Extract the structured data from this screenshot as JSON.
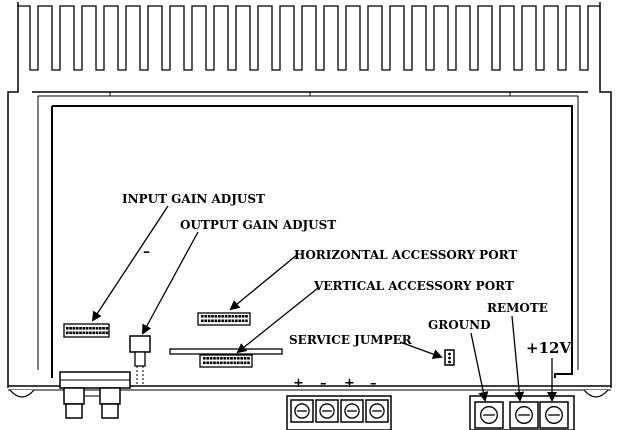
{
  "labels": {
    "input_gain": "INPUT GAIN ADJUST",
    "output_gain": "OUTPUT GAIN ADJUST",
    "horizontal_port": "HORIZONTAL ACCESSORY PORT",
    "vertical_port": "VERTICAL ACCESSORY PORT",
    "service_jumper": "SERVICE JUMPER",
    "ground": "GROUND",
    "remote": "REMOTE",
    "power": "+12V",
    "dash": "–"
  },
  "terminal_marks": [
    "+",
    "–",
    "+",
    "–"
  ],
  "colors": {
    "line": "#000000",
    "background": "#ffffff"
  }
}
